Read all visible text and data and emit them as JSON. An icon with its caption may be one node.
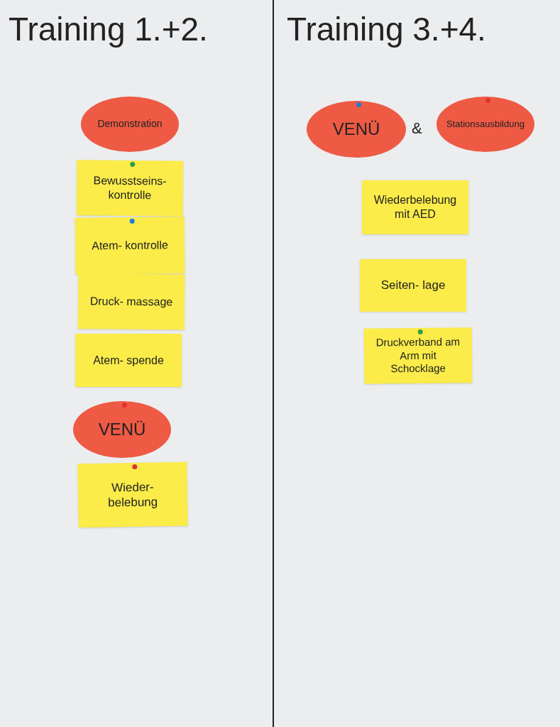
{
  "diagram": {
    "nodes": [
      {
        "text": [
          "Demonstration"
        ]
      },
      {
        "text": [
          "Bewusstseins- kontrolle"
        ]
      },
      {
        "text": [
          "Atem- kontrolle"
        ]
      },
      {
        "text": [
          "Druck- massage"
        ]
      },
      {
        "text": [
          "Atem- spende"
        ]
      },
      {
        "text": [
          "VENÜ"
        ]
      },
      {
        "text": [
          "Wieder- belebung"
        ]
      },
      {
        "text": [
          "VENÜ"
        ]
      },
      {
        "text": [
          "Stationsausbildung"
        ]
      },
      {
        "text": [
          "Wiederbelebung mit AED"
        ]
      },
      {
        "text": [
          "Seiten- lage"
        ]
      },
      {
        "text": [
          "Druckverband am Arm mit Schocklage"
        ]
      }
    ],
    "edges": [],
    "labels": [
      "Training 1.+2.",
      "Training 3.+4.",
      "&"
    ]
  }
}
